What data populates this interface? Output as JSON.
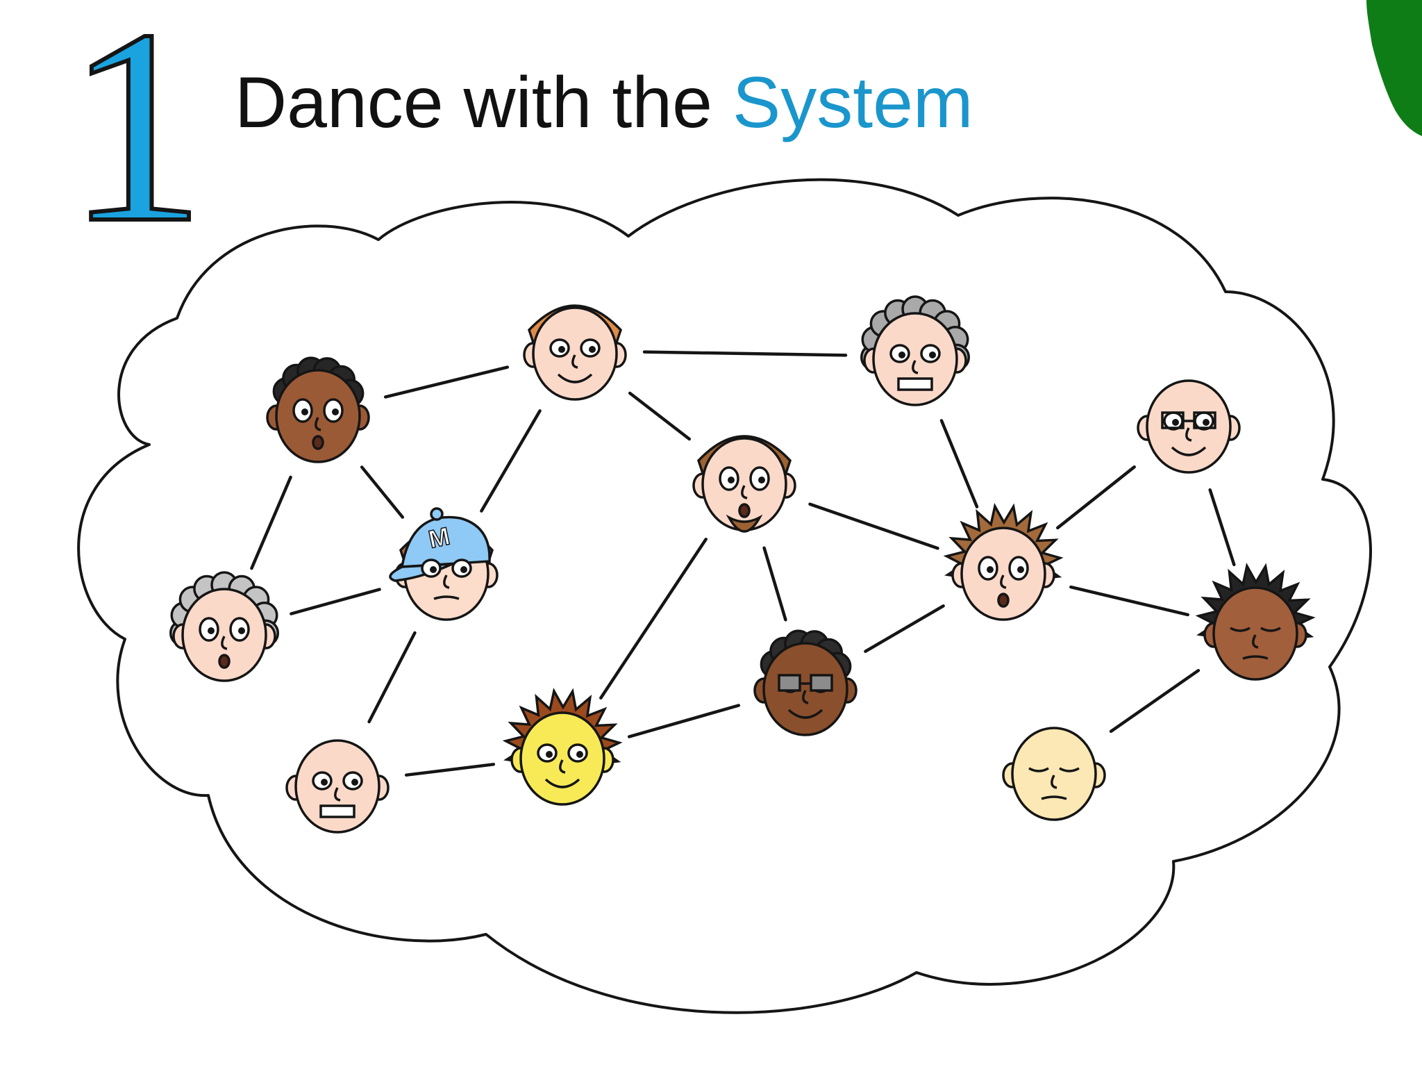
{
  "slide": {
    "number": "1",
    "title_prefix": "Dance with the ",
    "title_highlight": "System"
  },
  "colors": {
    "number": "#1aa3df",
    "title": "#111111",
    "highlight": "#1a96cc",
    "corner_leaf": "#0e7d16",
    "outline": "#151515"
  },
  "diagram": {
    "type": "network-of-people",
    "nodes": [
      {
        "id": "capped-boy",
        "skin": "#fbd9c9",
        "hair": "#dd8c4b",
        "mood": "happy"
      },
      {
        "id": "curly-dark",
        "skin": "#9b5a36",
        "hair": "#262626",
        "mood": "surprised"
      },
      {
        "id": "baseball-cap",
        "skin": "#fcdcca",
        "hair": "#b06a3b",
        "mood": "calm",
        "cap": "#8fc9f5",
        "cap_letter": "M"
      },
      {
        "id": "old-lady",
        "skin": "#fbd9c9",
        "hair": "#c4c4c4",
        "mood": "surprised"
      },
      {
        "id": "bald-worried",
        "skin": "#fbd9c9",
        "hair": "none",
        "mood": "grimace"
      },
      {
        "id": "yellow-kid",
        "skin": "#f8ea56",
        "hair": "#9b4a1e",
        "mood": "happy"
      },
      {
        "id": "bearded-man",
        "skin": "#fbd9c9",
        "hair": "#9c6232",
        "mood": "surprised"
      },
      {
        "id": "gray-curls",
        "skin": "#fbd9c9",
        "hair": "#a9a9a9",
        "mood": "grin"
      },
      {
        "id": "sunglasses",
        "skin": "#8a4f2c",
        "hair": "#2c2c2c",
        "mood": "happy"
      },
      {
        "id": "spiky-brown",
        "skin": "#fbd9c9",
        "hair": "#a36a3b",
        "mood": "surprised"
      },
      {
        "id": "glasses-bald",
        "skin": "#fbd9c9",
        "hair": "none",
        "mood": "happy"
      },
      {
        "id": "spiky-dark",
        "skin": "#a15f3c",
        "hair": "#232323",
        "mood": "tired"
      },
      {
        "id": "baby-face",
        "skin": "#fce8b4",
        "hair": "none",
        "mood": "sleepy"
      }
    ],
    "links": [
      [
        "curly-dark",
        "capped-boy"
      ],
      [
        "capped-boy",
        "gray-curls"
      ],
      [
        "capped-boy",
        "bearded-man"
      ],
      [
        "capped-boy",
        "baseball-cap"
      ],
      [
        "curly-dark",
        "baseball-cap"
      ],
      [
        "curly-dark",
        "old-lady"
      ],
      [
        "old-lady",
        "baseball-cap"
      ],
      [
        "baseball-cap",
        "bald-worried"
      ],
      [
        "bald-worried",
        "yellow-kid"
      ],
      [
        "yellow-kid",
        "sunglasses"
      ],
      [
        "bearded-man",
        "yellow-kid"
      ],
      [
        "bearded-man",
        "sunglasses"
      ],
      [
        "bearded-man",
        "spiky-brown"
      ],
      [
        "gray-curls",
        "spiky-brown"
      ],
      [
        "sunglasses",
        "spiky-brown"
      ],
      [
        "spiky-brown",
        "glasses-bald"
      ],
      [
        "spiky-brown",
        "spiky-dark"
      ],
      [
        "glasses-bald",
        "spiky-dark"
      ],
      [
        "spiky-dark",
        "baby-face"
      ]
    ]
  }
}
